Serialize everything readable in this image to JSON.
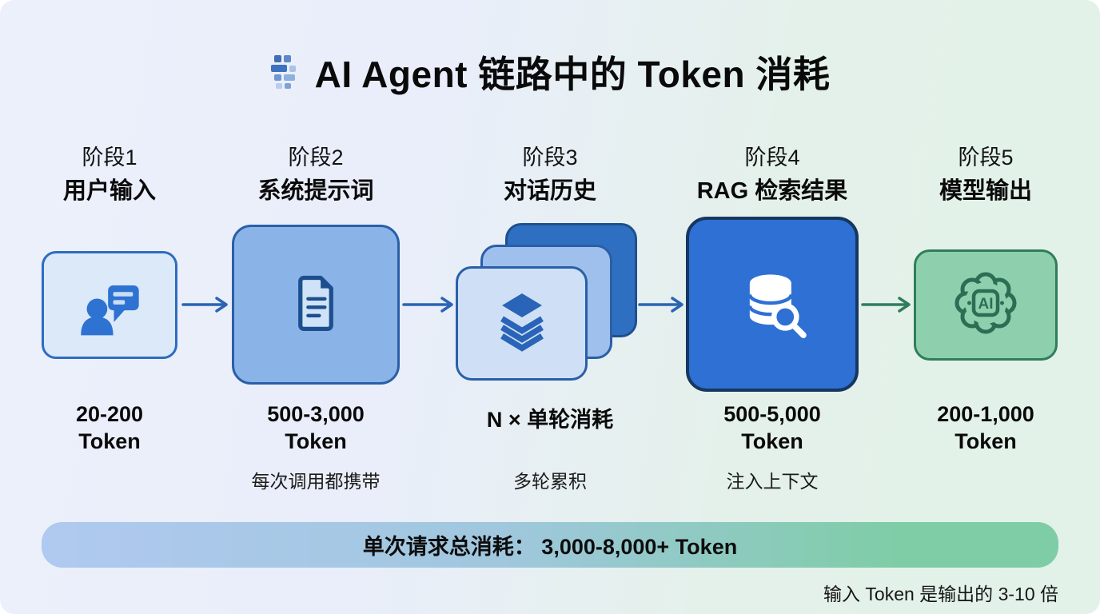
{
  "title": {
    "text": "AI Agent 链路中的 Token 消耗",
    "icon": "token-blocks-icon"
  },
  "stages": [
    {
      "phase": "阶段1",
      "name": "用户输入",
      "icon": "user-chat-icon",
      "amount": "20-200",
      "unit": "Token",
      "note": "",
      "box_fill": "#dbe9f8",
      "box_border": "#2e6cc0"
    },
    {
      "phase": "阶段2",
      "name": "系统提示词",
      "icon": "document-icon",
      "amount": "500-3,000",
      "unit": "Token",
      "note": "每次调用都携带",
      "box_fill": "#8ab4e8",
      "box_border": "#2a5fa8"
    },
    {
      "phase": "阶段3",
      "name": "对话历史",
      "icon": "layers-icon",
      "amount": "N × 单轮消耗",
      "unit": "",
      "note": "多轮累积",
      "box_fill": "#cfe0f6",
      "box_border": "#2a5fa8",
      "stack_mid_fill": "#9fc0ec",
      "stack_back_fill": "#2e6fc2"
    },
    {
      "phase": "阶段4",
      "name": "RAG 检索结果",
      "icon": "database-search-icon",
      "amount": "500-5,000",
      "unit": "Token",
      "note": "注入上下文",
      "box_fill": "#2e70d4",
      "box_border": "#16375f"
    },
    {
      "phase": "阶段5",
      "name": "模型输出",
      "icon": "brain-ai-icon",
      "icon_text": "AI",
      "amount": "200-1,000",
      "unit": "Token",
      "note": "",
      "box_fill": "#8ecfad",
      "box_border": "#2f7d5c"
    }
  ],
  "arrows": [
    {
      "from": "stage-1",
      "to": "stage-2",
      "color": "#2a64b4"
    },
    {
      "from": "stage-2",
      "to": "stage-3",
      "color": "#2a64b4"
    },
    {
      "from": "stage-3",
      "to": "stage-4",
      "color": "#2a64b4"
    },
    {
      "from": "stage-4",
      "to": "stage-5",
      "color": "#2e7d5e"
    }
  ],
  "summary": {
    "text": "单次请求总消耗： 3,000-8,000+ Token",
    "gradient_from": "#b0c9f0",
    "gradient_to": "#7ecda6"
  },
  "footnote": "输入 Token 是输出的 3-10 倍",
  "background": {
    "from": "#e9eefa",
    "to": "#e2f2e8"
  }
}
